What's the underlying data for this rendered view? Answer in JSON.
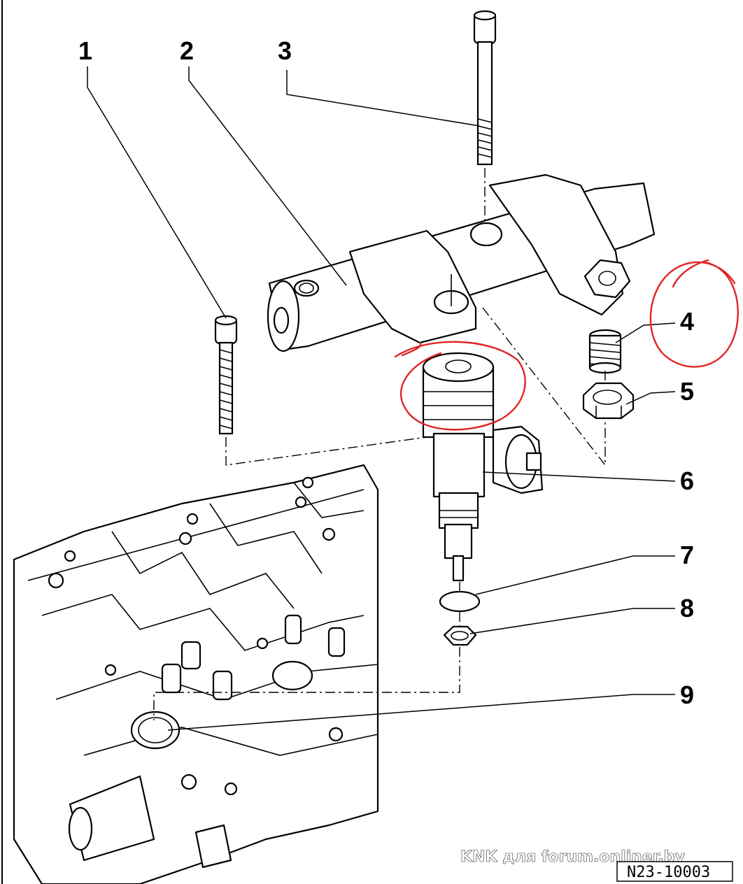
{
  "labels": [
    "1",
    "2",
    "3",
    "4",
    "5",
    "6",
    "7",
    "8",
    "9"
  ],
  "watermark": "KNK для forum.onliner.by",
  "figure_code": "N23-10003",
  "colors": {
    "highlight": "#e02424",
    "line": "#000000",
    "background": "#ffffff"
  }
}
